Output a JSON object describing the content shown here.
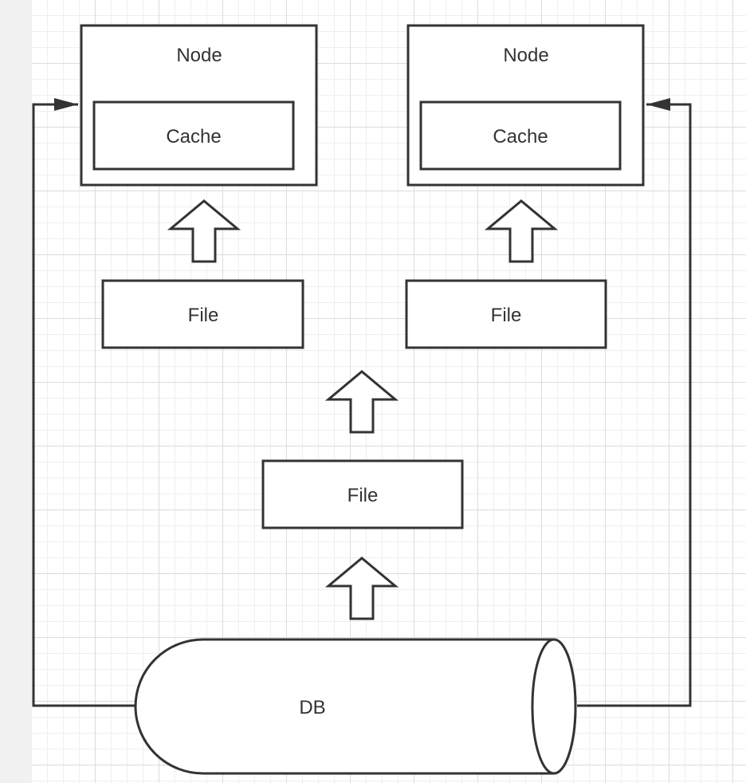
{
  "diagram": {
    "left_node": {
      "title": "Node",
      "cache_label": "Cache"
    },
    "right_node": {
      "title": "Node",
      "cache_label": "Cache"
    },
    "left_file": {
      "label": "File"
    },
    "right_file": {
      "label": "File"
    },
    "center_file": {
      "label": "File"
    },
    "database": {
      "label": "DB"
    },
    "colors": {
      "stroke": "#333333",
      "fill": "#ffffff",
      "text": "#333333"
    }
  }
}
